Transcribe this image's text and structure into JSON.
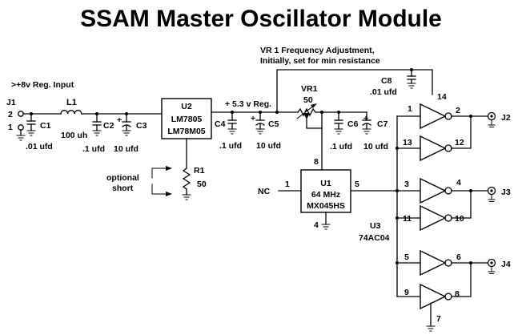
{
  "title": "SSAM Master Oscillator Module",
  "vr1_note_line1": "VR 1   Frequency Adjustment,",
  "vr1_note_line2": "Initially, set for min resistance",
  "input_label": ">+8v Reg. Input",
  "reg_out_label": "+ 5.3 v Reg.",
  "optional_short_line1": "optional",
  "optional_short_line2": "short",
  "nc_label": "NC",
  "j1": {
    "name": "J1",
    "pin2": "2",
    "pin1": "1"
  },
  "l1": {
    "name": "L1",
    "value": "100 uh"
  },
  "c1": {
    "name": "C1",
    "value": ".01 ufd"
  },
  "c2": {
    "name": "C2",
    "value": ".1 ufd"
  },
  "c3": {
    "name": "C3",
    "value": "10 ufd"
  },
  "c4": {
    "name": "C4",
    "value": ".1 ufd"
  },
  "c5": {
    "name": "C5",
    "value": "10 ufd"
  },
  "c6": {
    "name": "C6",
    "value": ".1 ufd"
  },
  "c7": {
    "name": "C7",
    "value": "10 ufd"
  },
  "c8": {
    "name": "C8",
    "value": ".01 ufd"
  },
  "u2": {
    "name": "U2",
    "line1": "LM7805",
    "line2": "LM78M05"
  },
  "r1": {
    "name": "R1",
    "value": "50"
  },
  "vr1": {
    "name": "VR1",
    "value": "50"
  },
  "u1": {
    "name": "U1",
    "line1": "64 MHz",
    "line2": "MX045HS",
    "pin1": "1",
    "pin4": "4",
    "pin5": "5",
    "pin8": "8"
  },
  "u3": {
    "name": "U3",
    "part": "74AC04",
    "pin14": "14",
    "pin7": "7"
  },
  "gates": [
    {
      "in": "1",
      "out": "2"
    },
    {
      "in": "13",
      "out": "12"
    },
    {
      "in": "3",
      "out": "4"
    },
    {
      "in": "11",
      "out": "10"
    },
    {
      "in": "5",
      "out": "6"
    },
    {
      "in": "9",
      "out": "8"
    }
  ],
  "connectors": [
    "J2",
    "J3",
    "J4"
  ],
  "plus_sign": "+"
}
